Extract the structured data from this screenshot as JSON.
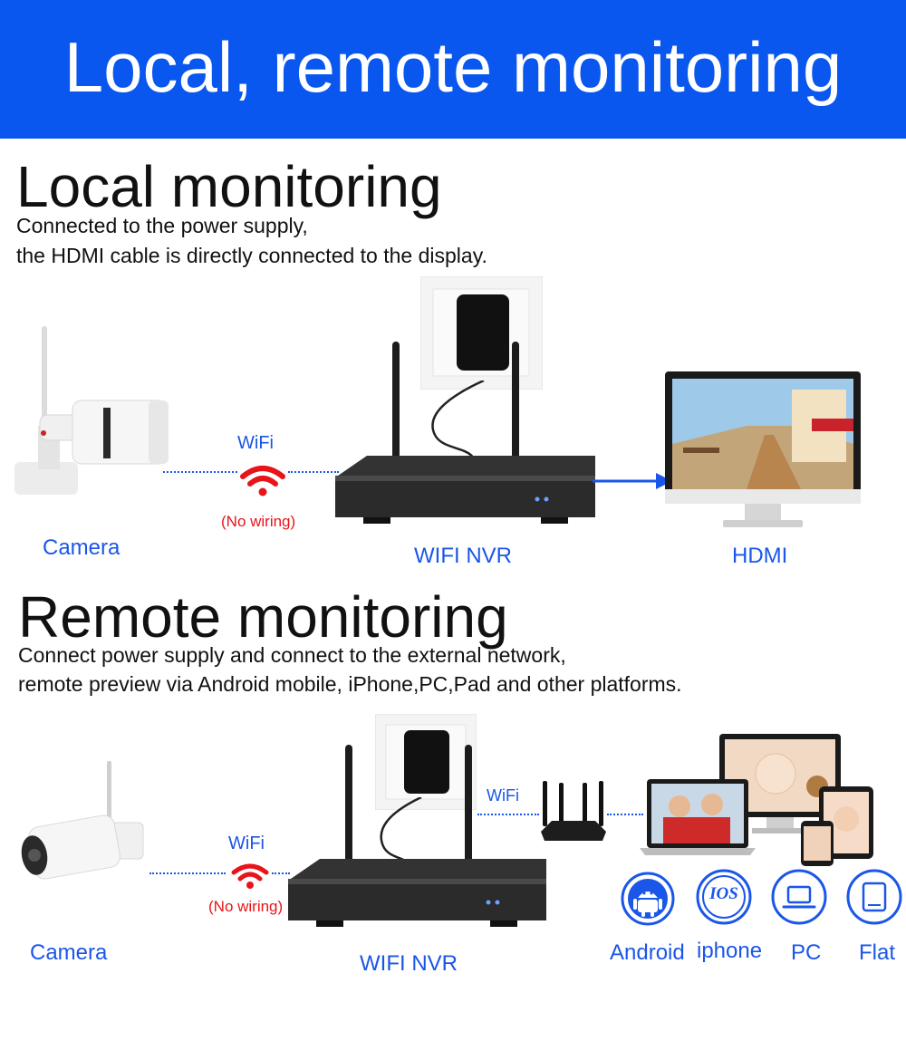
{
  "colors": {
    "banner": "#0a57ef",
    "accent_blue": "#1a56e8",
    "wifi_red": "#e8141a",
    "text": "#111111"
  },
  "banner": {
    "title": "Local, remote monitoring"
  },
  "local": {
    "title": "Local monitoring",
    "desc_line1": "Connected to the power supply,",
    "desc_line2": "the HDMI cable is directly connected to the display.",
    "camera_label": "Camera",
    "wifi_label": "WiFi",
    "no_wiring_label": "(No wiring)",
    "nvr_label": "WIFI NVR",
    "hdmi_label": "HDMI"
  },
  "remote": {
    "title": "Remote monitoring",
    "desc_line1": "Connect power supply and connect to the external network,",
    "desc_line2": "remote preview via Android mobile, iPhone,PC,Pad and other platforms.",
    "camera_label": "Camera",
    "wifi_label": "WiFi",
    "no_wiring_label": "(No wiring)",
    "nvr_label": "WIFI NVR",
    "router_wifi_label": "WiFi",
    "ios_badge": "IOS",
    "platforms": [
      {
        "label": "Android",
        "icon": "android-icon"
      },
      {
        "label": "iphone",
        "icon": "ios-icon"
      },
      {
        "label": "PC",
        "icon": "laptop-icon"
      },
      {
        "label": "Flat",
        "icon": "tablet-icon"
      }
    ]
  }
}
